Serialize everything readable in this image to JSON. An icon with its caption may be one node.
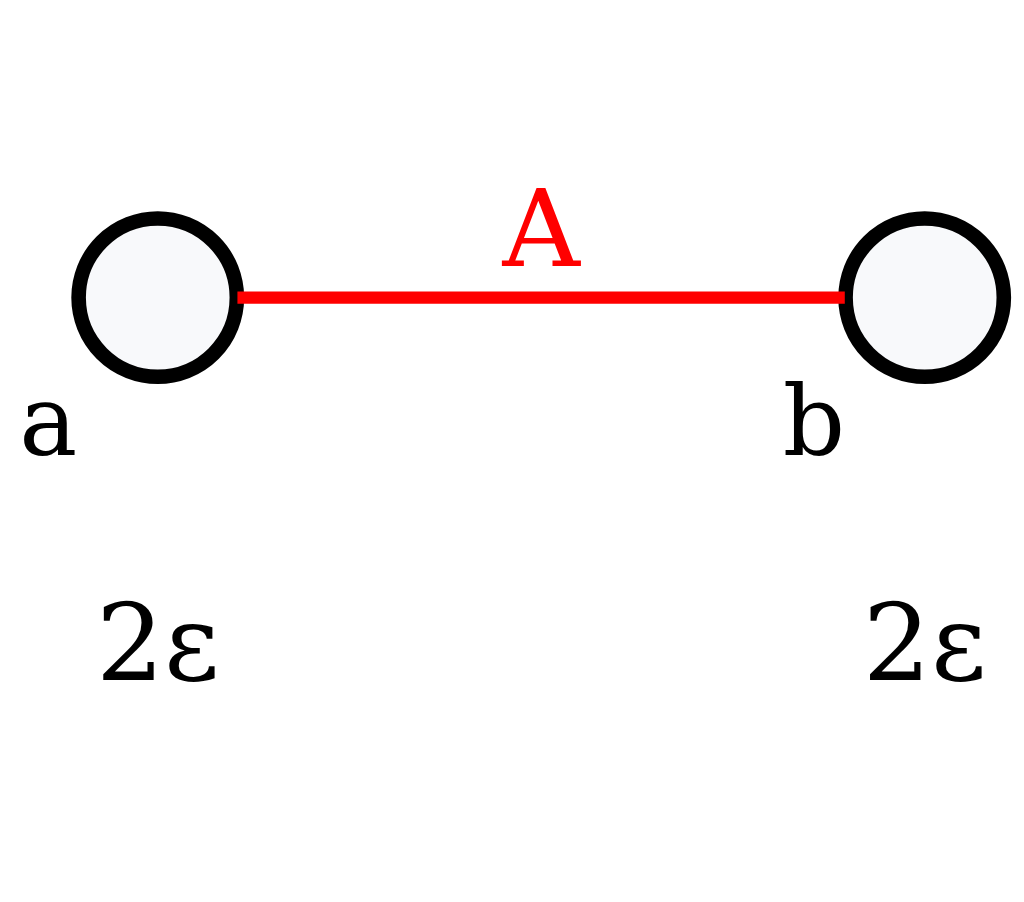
{
  "diagram": {
    "nodes": [
      {
        "text": [],
        "shape": "circle",
        "beside": [
          "a"
        ]
      },
      {
        "text": [],
        "shape": "circle",
        "beside": [
          "b"
        ]
      }
    ],
    "edges": [
      {
        "from": 0,
        "to": 1,
        "arrow": "none",
        "label": "A",
        "color": "#ff0000"
      }
    ],
    "labels": [
      "2ε",
      "2ε"
    ]
  }
}
